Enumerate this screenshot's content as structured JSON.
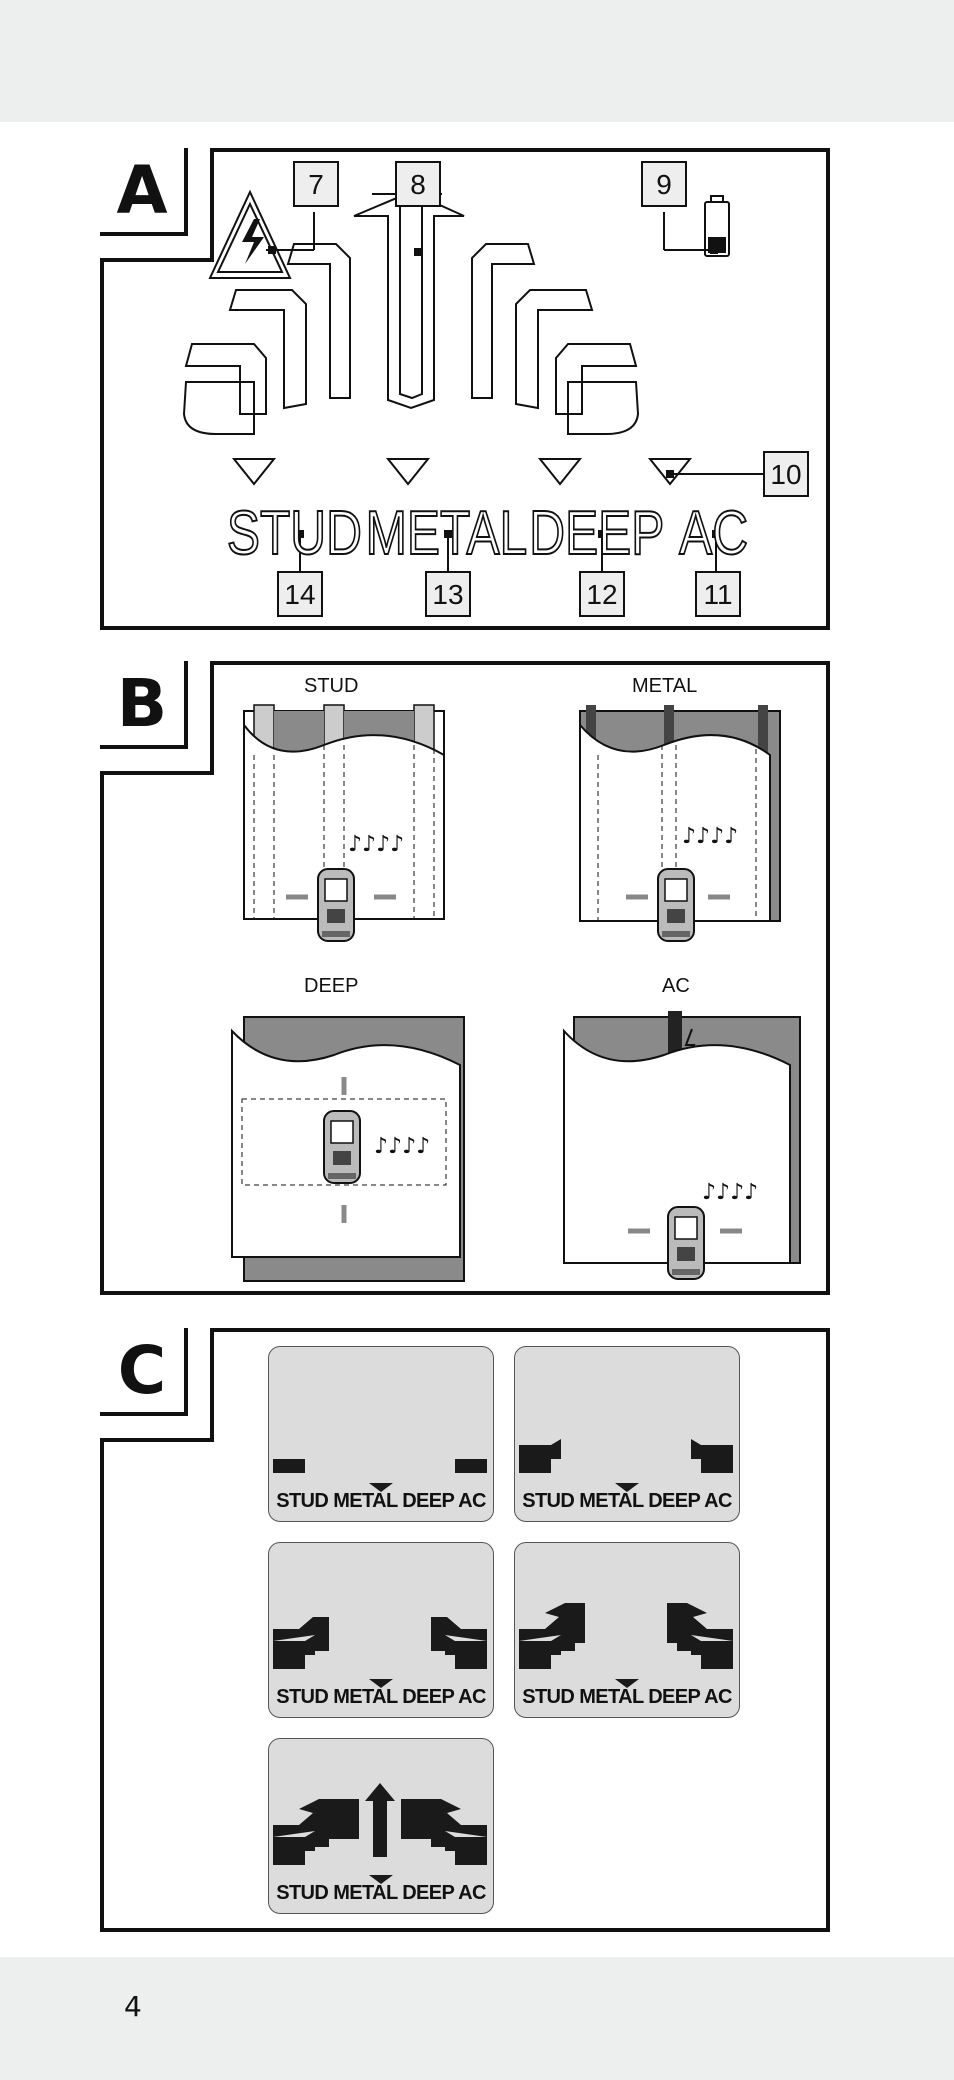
{
  "page_number": "4",
  "panel_a": {
    "tab_letter": "A",
    "callouts": [
      "7",
      "8",
      "9",
      "10",
      "11",
      "12",
      "13",
      "14"
    ],
    "lcd_labels": [
      "STUD",
      "METAL",
      "DEEP",
      "AC"
    ]
  },
  "panel_b": {
    "tab_letter": "B",
    "modes": [
      "STUD",
      "METAL",
      "DEEP",
      "AC"
    ]
  },
  "panel_c": {
    "tab_letter": "C",
    "display_text": "STUD METAL DEEP AC",
    "signal_levels": [
      1,
      2,
      3,
      4,
      5
    ],
    "fill_color": "#1a1a1a",
    "lcd_bg": "#dcdcdc"
  }
}
